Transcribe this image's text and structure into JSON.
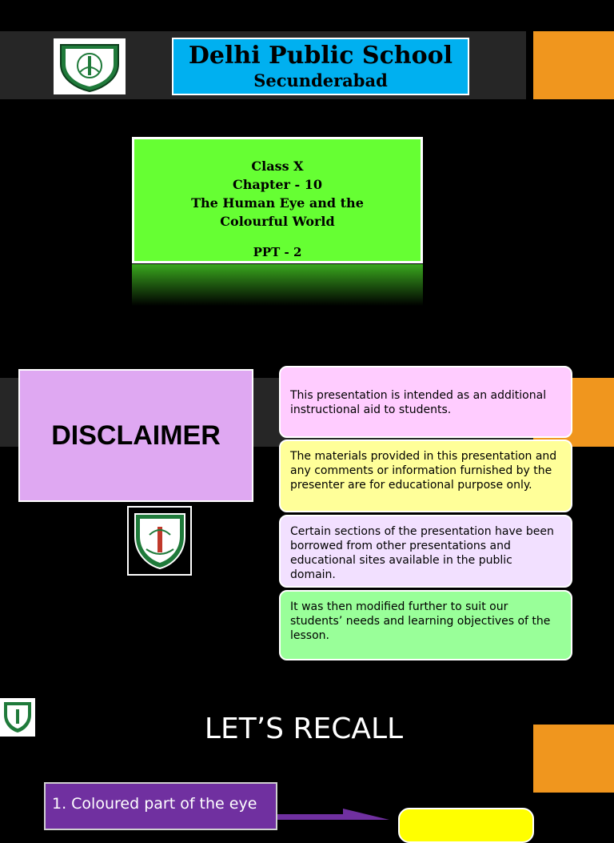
{
  "slide1": {
    "school_name": "Delhi Public School",
    "school_city": "Secunderabad",
    "lines": [
      "Class X",
      "Chapter - 10",
      "The Human Eye and the",
      "Colourful World"
    ],
    "ppt": "PPT - 2"
  },
  "slide2": {
    "title": "DISCLAIMER",
    "notes": [
      {
        "text": "This presentation is intended as an additional instructional aid to students.",
        "color": "#ffccff"
      },
      {
        "text": "The materials provided in this presentation and any comments or information furnished by the presenter are for educational purpose only.",
        "color": "#ffff99"
      },
      {
        "text": "Certain sections of the presentation have been borrowed from other presentations and educational sites available in the public domain.",
        "color": "#f2e0ff"
      },
      {
        "text": "It was then modified further to suit our students’ needs and  learning objectives of the lesson.",
        "color": "#99ff99"
      }
    ]
  },
  "slide3": {
    "title": "LET’S RECALL",
    "item1": "1. Coloured part of the eye"
  },
  "colors": {
    "orange": "#f0961e",
    "band": "#262626",
    "title_blue": "#00b0f0",
    "green": "#66ff33"
  }
}
